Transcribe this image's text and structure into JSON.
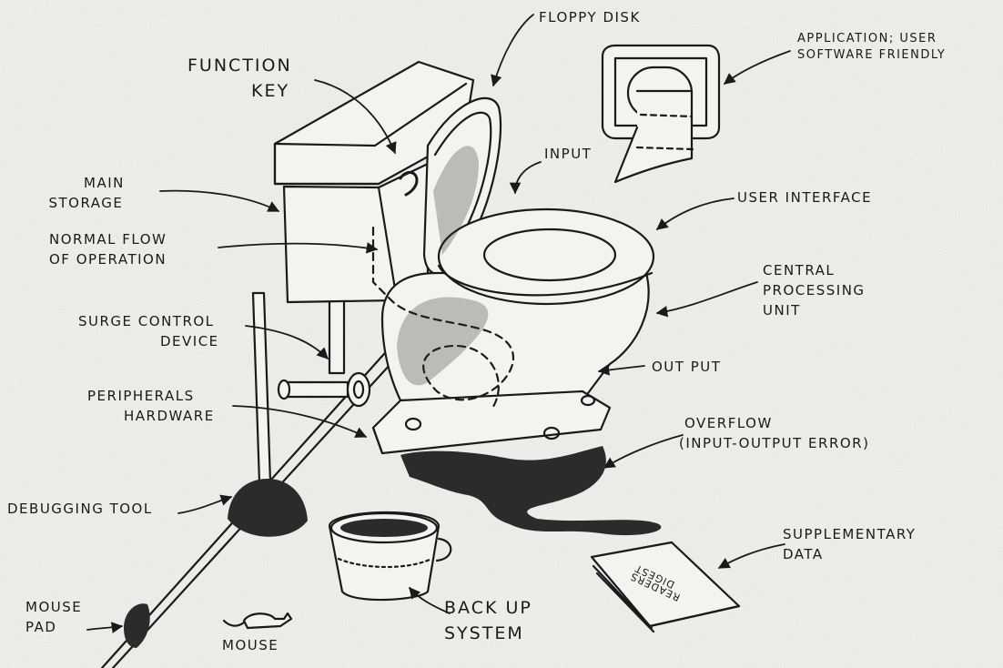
{
  "labels": {
    "floppy_disk": "FLOPPY DISK",
    "application": [
      "APPLICATION; USER",
      "SOFTWARE    FRIENDLY"
    ],
    "function_key": [
      "FUNCTION",
      "KEY"
    ],
    "main_storage": [
      "MAIN",
      "STORAGE"
    ],
    "input": "INPUT",
    "user_interface": "USER INTERFACE",
    "normal_flow": [
      "NORMAL FLOW",
      "OF OPERATION"
    ],
    "cpu": [
      "CENTRAL",
      "PROCESSING",
      "UNIT"
    ],
    "surge_control": [
      "SURGE CONTROL",
      "DEVICE"
    ],
    "output": "OUT PUT",
    "peripherals": [
      "PERIPHERALS",
      "HARDWARE"
    ],
    "overflow": [
      "OVERFLOW",
      "(INPUT-OUTPUT ERROR)"
    ],
    "debugging_tool": "DEBUGGING TOOL",
    "supplementary_data": [
      "SUPPLEMENTARY",
      "DATA"
    ],
    "mouse_pad": [
      "MOUSE",
      "PAD"
    ],
    "mouse": "MOUSE",
    "backup_system": [
      "BACK UP",
      "SYSTEM"
    ]
  },
  "magazine_title": [
    "READERS",
    "DIGEST"
  ],
  "colors": {
    "ink": "#1a1a1a",
    "paper": "#f4f3ef",
    "puddle": "#2b2b2b"
  }
}
